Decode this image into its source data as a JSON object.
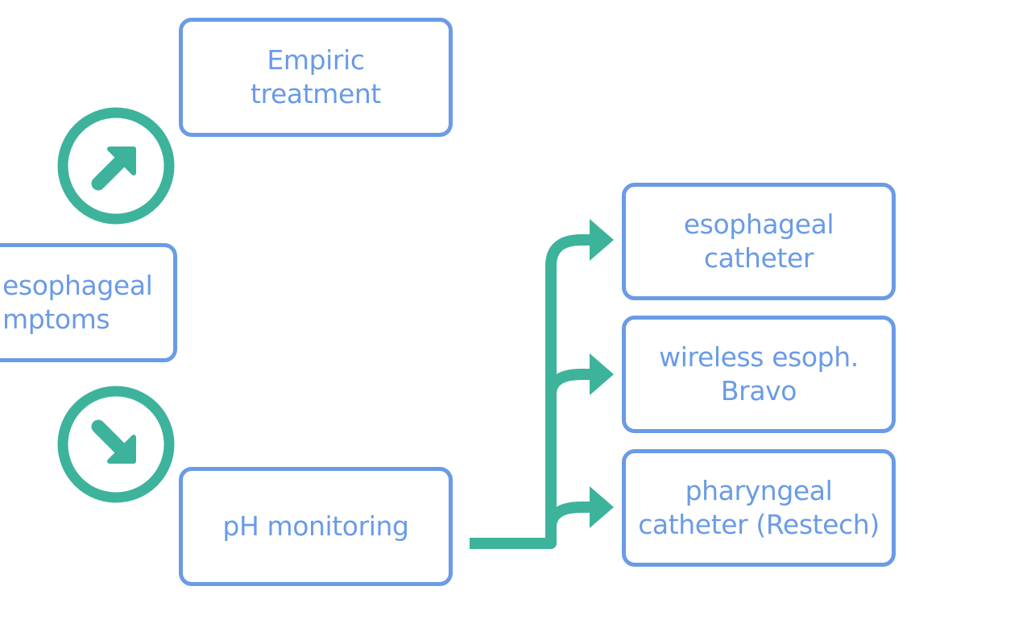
{
  "diagram": {
    "nodes": {
      "empiric": {
        "line1": "Empiric",
        "line2": "treatment"
      },
      "symptoms": {
        "line1": "esophageal",
        "line2": "mptoms"
      },
      "ph_monitoring": {
        "label": "pH monitoring"
      },
      "esophageal_catheter": {
        "line1": "esophageal",
        "line2": "catheter"
      },
      "wireless": {
        "line1": "wireless esoph.",
        "line2": "Bravo"
      },
      "pharyngeal": {
        "line1": "pharyngeal",
        "line2": "catheter (Restech)"
      }
    },
    "colors": {
      "box_border": "#6a9be6",
      "text": "#6a9be6",
      "accent": "#3db39b",
      "background": "#ffffff"
    },
    "icons": {
      "up": "arrow-up-right-icon",
      "down": "arrow-down-right-icon"
    }
  }
}
